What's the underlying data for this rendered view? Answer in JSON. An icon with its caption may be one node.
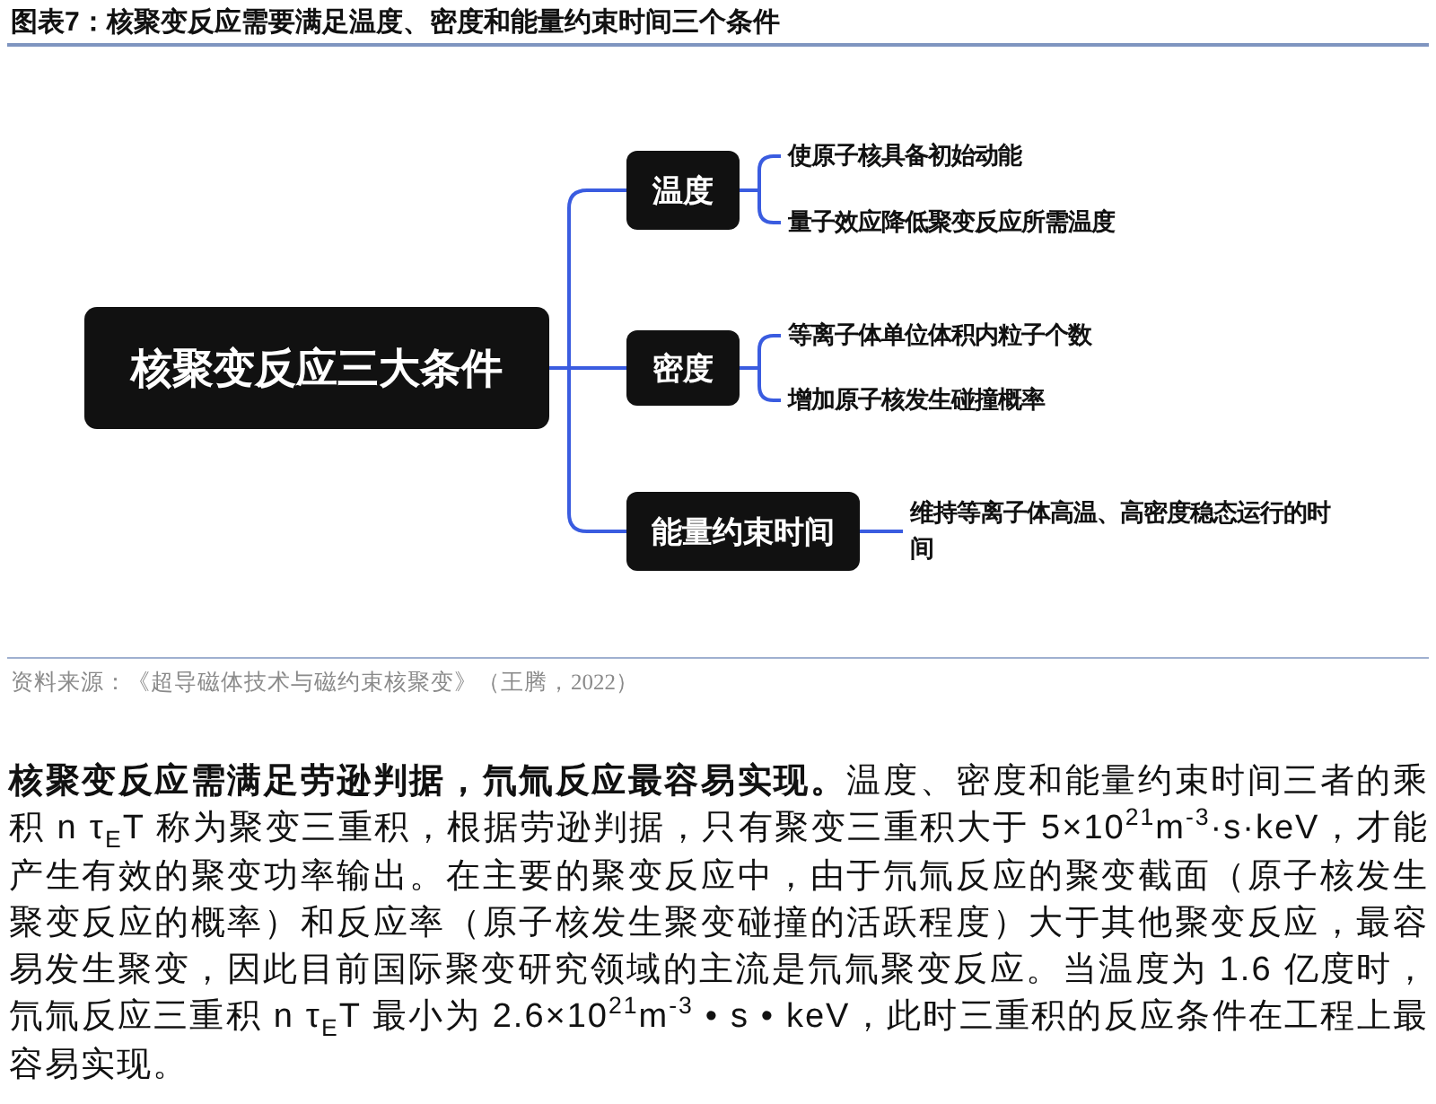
{
  "diagram": {
    "title": "图表7：核聚变反应需要满足温度、密度和能量约束时间三个条件",
    "nodes": [
      {
        "text": [
          "核聚变反应三大条件"
        ]
      },
      {
        "text": [
          "温度"
        ]
      },
      {
        "text": [
          "使原子核具备初始动能"
        ]
      },
      {
        "text": [
          "量子效应降低聚变反应所需温度"
        ]
      },
      {
        "text": [
          "密度"
        ]
      },
      {
        "text": [
          "等离子体单位体积内粒子个数"
        ]
      },
      {
        "text": [
          "增加原子核发生碰撞概率"
        ]
      },
      {
        "text": [
          "能量约束时间"
        ]
      },
      {
        "text": [
          "维持等离子体高温、高密度稳态运行的时间"
        ]
      }
    ],
    "edges": [
      {
        "from": 0,
        "to": 1,
        "arrow": "none"
      },
      {
        "from": 1,
        "to": 2,
        "arrow": "none"
      },
      {
        "from": 1,
        "to": 3,
        "arrow": "none"
      },
      {
        "from": 0,
        "to": 4,
        "arrow": "none"
      },
      {
        "from": 4,
        "to": 5,
        "arrow": "none"
      },
      {
        "from": 4,
        "to": 6,
        "arrow": "none"
      },
      {
        "from": 0,
        "to": 7,
        "arrow": "none"
      },
      {
        "from": 7,
        "to": 8,
        "arrow": "none"
      }
    ],
    "labels": [
      "资料来源：《超导磁体技术与磁约束核聚变》（王腾，2022）",
      "**核聚变反应需满足劳逊判据，氘氚反应最容易实现。**温度、密度和能量约束时间三者的乘积 n τ$_{E}$T 称为聚变三重积，根据劳逊判据，只有聚变三重积大于 5×10$^{21}$m$^{-3}$·s·keV，才能产生有效的聚变功率输出。在主要的聚变反应中，由于氘氚反应的聚变截面（原子核发生聚变反应的概率）和反应率（原子核发生聚变碰撞的活跃程度）大于其他聚变反应，最容易发生聚变，因此目前国际聚变研究领域的主流是氘氚聚变反应。当温度为 1.6 亿度时，氘氚反应三重积 n τ$_{E}$T 最小为 2.6×10$^{21}$m$^{-3}$ • s • keV，此时三重积的反应条件在工程上最容易实现。"
    ]
  }
}
